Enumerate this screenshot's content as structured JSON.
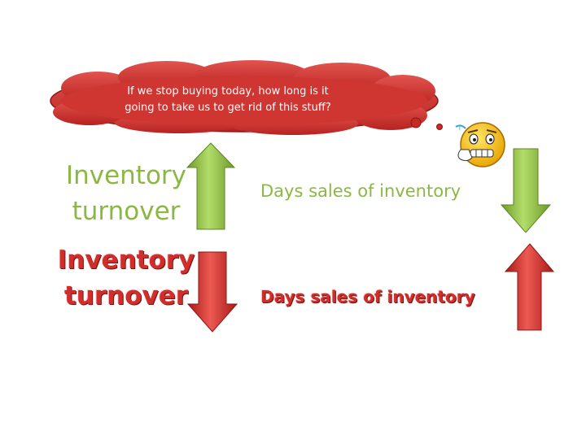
{
  "thought": {
    "line1": "If we stop buying today, how long is it",
    "line2": "going to take us to get rid of this stuff?"
  },
  "top_row": {
    "metric": "Inventory turnover",
    "counterpart": "Days sales of inventory"
  },
  "bottom_row": {
    "metric": "Inventory turnover",
    "counterpart": "Days sales of inventory"
  },
  "colors": {
    "cloud": "#d33a36",
    "green": "#8bb843",
    "red": "#d02e2a",
    "face": "#f4c21a"
  },
  "icons": {
    "worried_face": "worried-face-icon",
    "green_up_arrow": "arrow-up-icon",
    "green_down_arrow": "arrow-down-icon",
    "red_down_arrow": "arrow-down-icon",
    "red_up_arrow": "arrow-up-icon"
  }
}
